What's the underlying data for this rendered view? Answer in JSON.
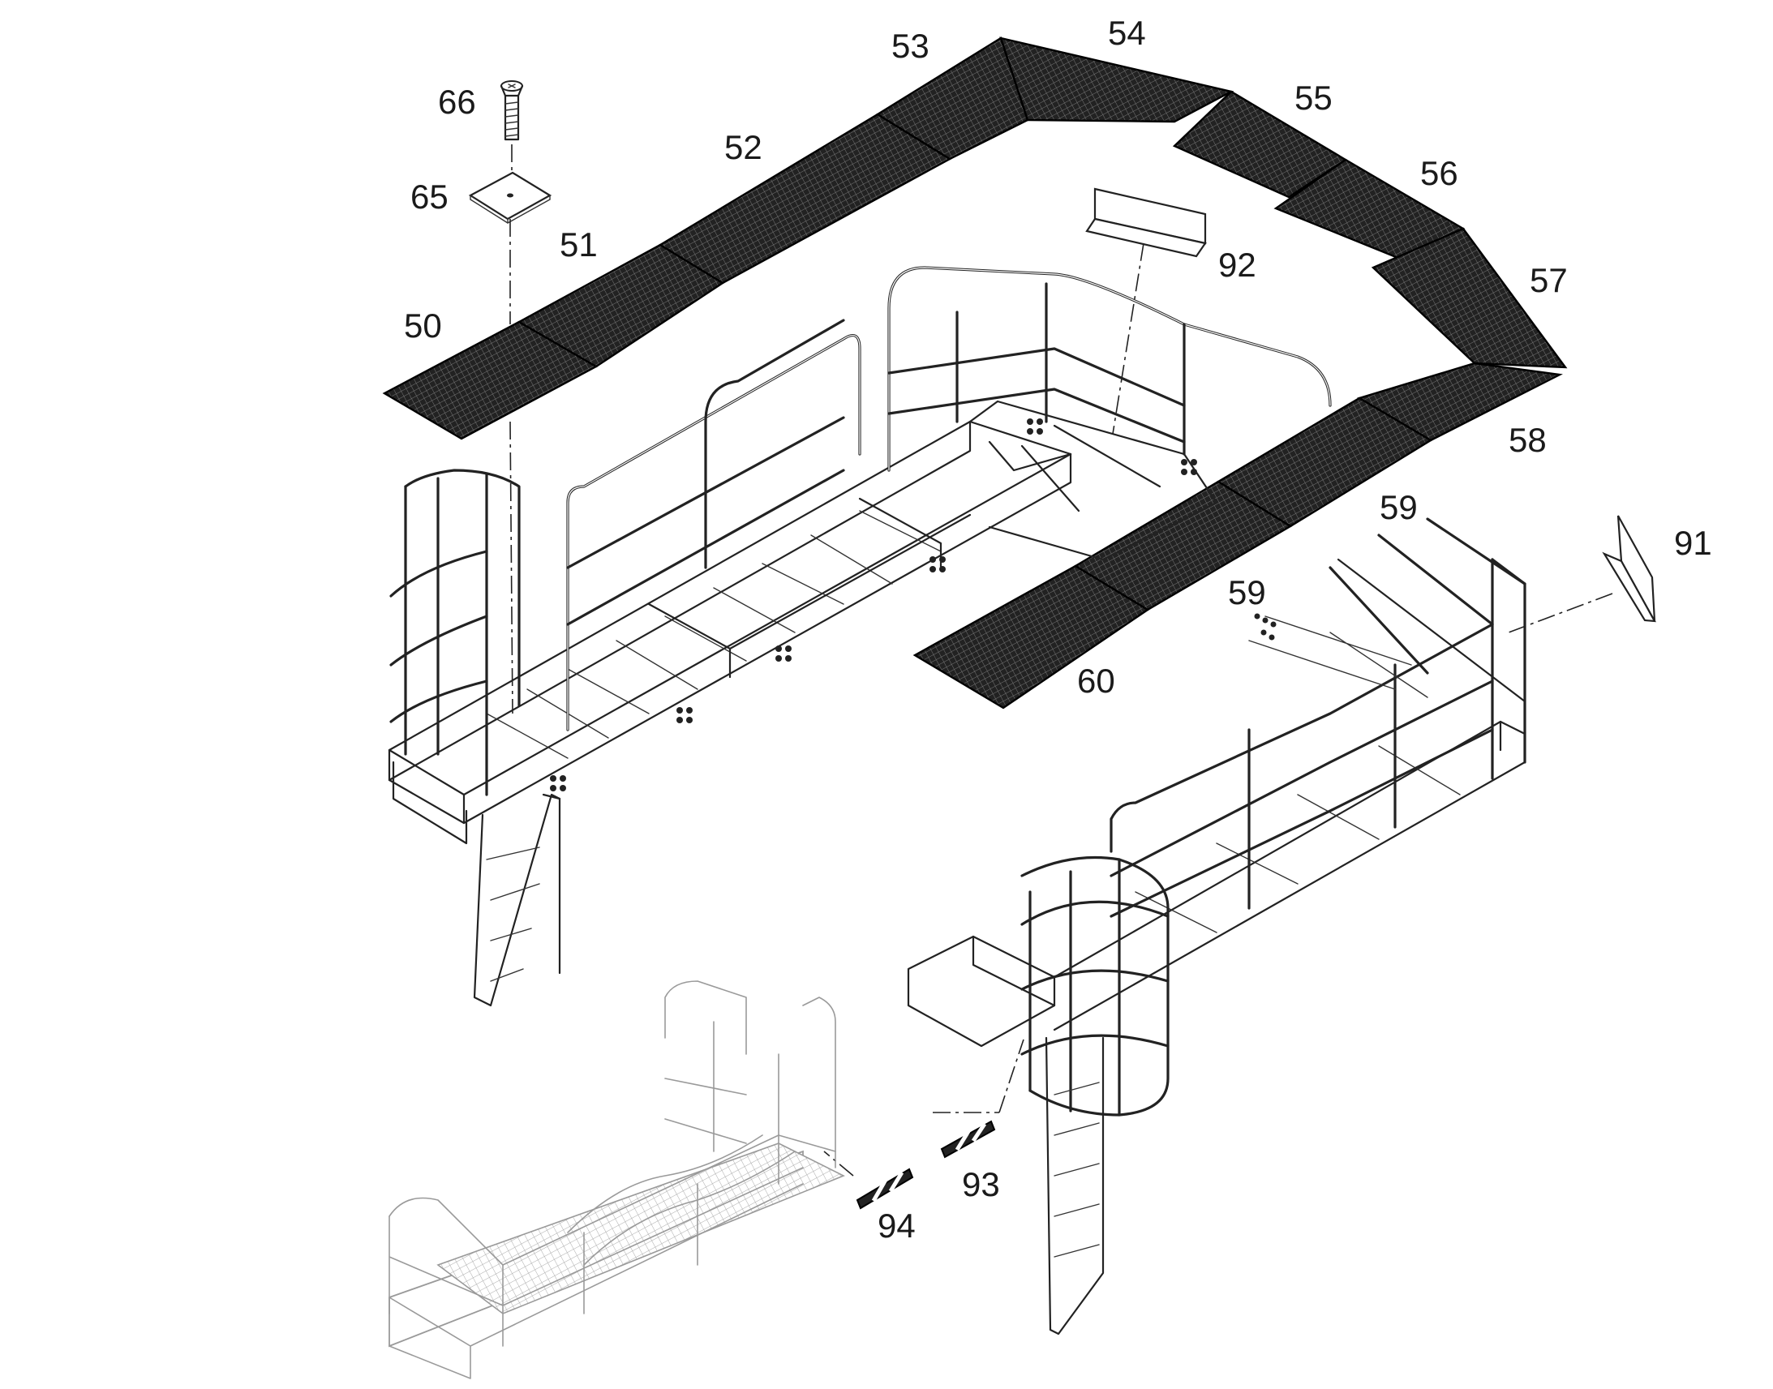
{
  "callouts": {
    "p50": "50",
    "p51": "51",
    "p52": "52",
    "p53": "53",
    "p54": "54",
    "p55": "55",
    "p56": "56",
    "p57": "57",
    "p58": "58",
    "p59a": "59",
    "p59b": "59",
    "p60": "60",
    "p65": "65",
    "p66": "66",
    "p91": "91",
    "p92": "92",
    "p93": "93",
    "p94": "94"
  },
  "colors": {
    "line": "#222222",
    "grating_fill": "#262626",
    "ghost_assembly": "#9a9a9a",
    "background": "#ffffff"
  }
}
